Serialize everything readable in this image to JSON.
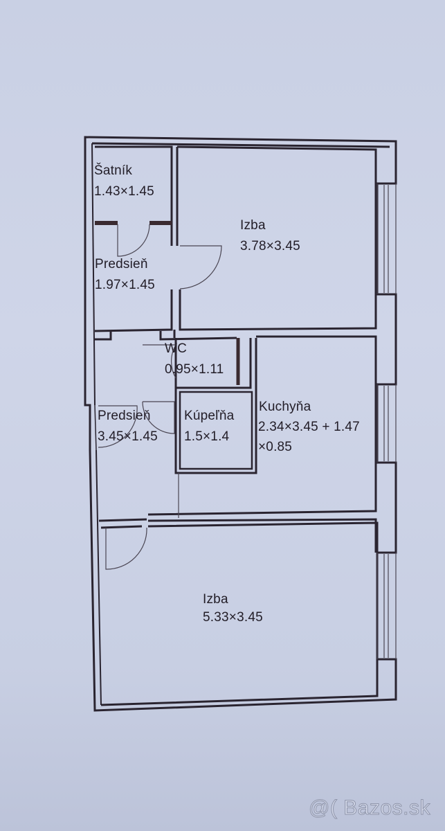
{
  "floor_plan": {
    "rooms": [
      {
        "id": "satnik",
        "name": "Šatník",
        "dimensions": "1.43×1.45"
      },
      {
        "id": "izba1",
        "name": "Izba",
        "dimensions": "3.78×3.45"
      },
      {
        "id": "predsien1",
        "name": "Predsieň",
        "dimensions": "1.97×1.45"
      },
      {
        "id": "wc",
        "name": "WC",
        "dimensions": "0.95×1.11"
      },
      {
        "id": "predsien2",
        "name": "Predsieň",
        "dimensions": "3.45×1.45"
      },
      {
        "id": "kupelna",
        "name": "Kúpeľňa",
        "dimensions": "1.5×1.4"
      },
      {
        "id": "kuchyna",
        "name": "Kuchyňa",
        "dimensions_line1": "2.34×3.45 + 1.47",
        "dimensions_line2": "×0.85"
      },
      {
        "id": "izba2",
        "name": "Izba",
        "dimensions": "5.33×3.45"
      }
    ],
    "colors": {
      "paper": "#cdd3e7",
      "wall": "#2a2430",
      "thin_line": "#4a4552"
    }
  },
  "watermark": {
    "text": "@( Bazos.sk"
  }
}
